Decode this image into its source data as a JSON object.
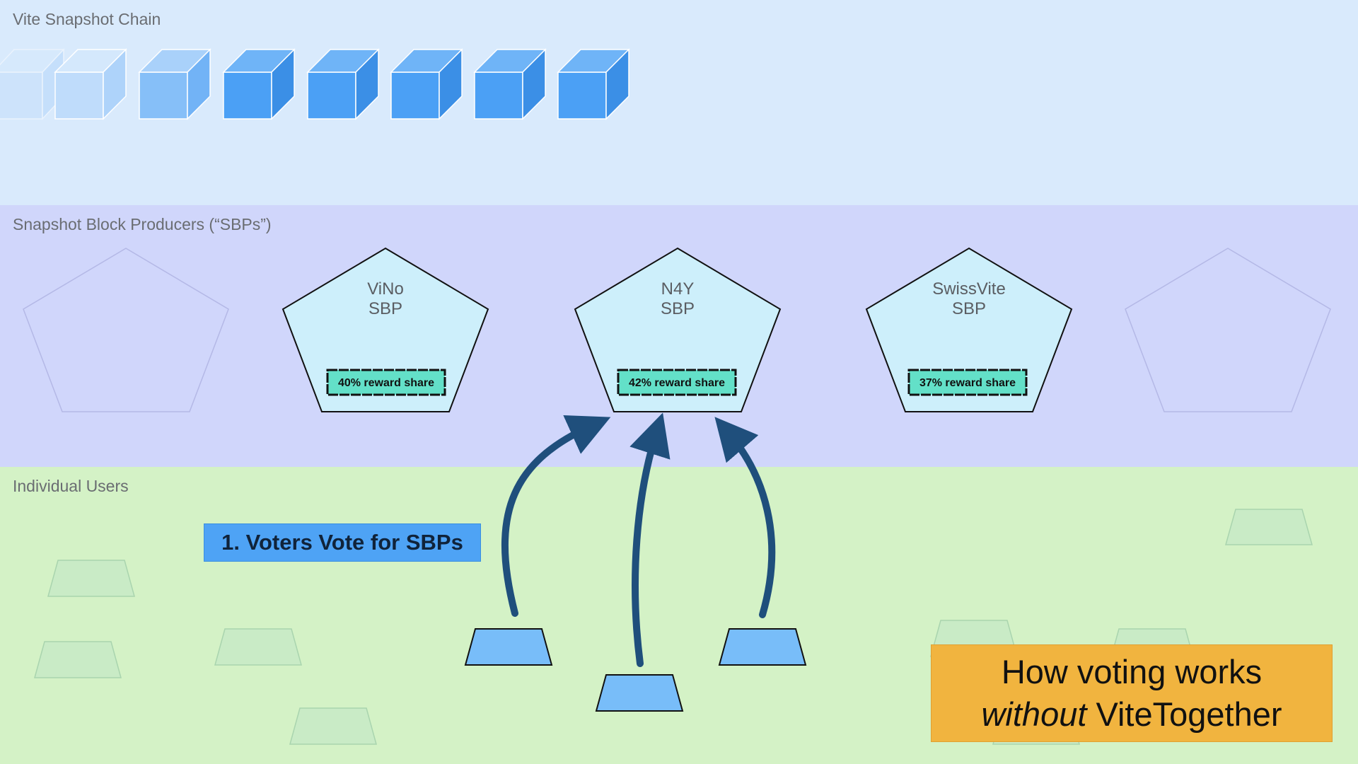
{
  "bands": {
    "chain_label": "Vite Snapshot Chain",
    "sbp_label": "Snapshot Block Producers (“SBPs”)",
    "users_label": "Individual Users"
  },
  "sbps": [
    {
      "name": "ViNo",
      "suffix": "SBP",
      "reward_share": "40% reward share"
    },
    {
      "name": "N4Y",
      "suffix": "SBP",
      "reward_share": "42% reward share"
    },
    {
      "name": "SwissVite",
      "suffix": "SBP",
      "reward_share": "37% reward share"
    }
  ],
  "step_label": "1. Voters Vote for SBPs",
  "title": {
    "line1": "How voting works",
    "line2_emphasis": "without",
    "line2_rest": " ViteTogether"
  },
  "colors": {
    "block_faded": "#cfe3fb",
    "block_light": "#bfdcfb",
    "block_mid": "#86bff8",
    "block_full": "#4ba0f5",
    "pentagon_fill": "#cdeffb",
    "badge_fill": "#63e0c8",
    "arrow": "#1f4f7c",
    "voter_fill": "#78bdf9",
    "title_box": "#f1b43f",
    "step_box": "#4ea3f5"
  }
}
